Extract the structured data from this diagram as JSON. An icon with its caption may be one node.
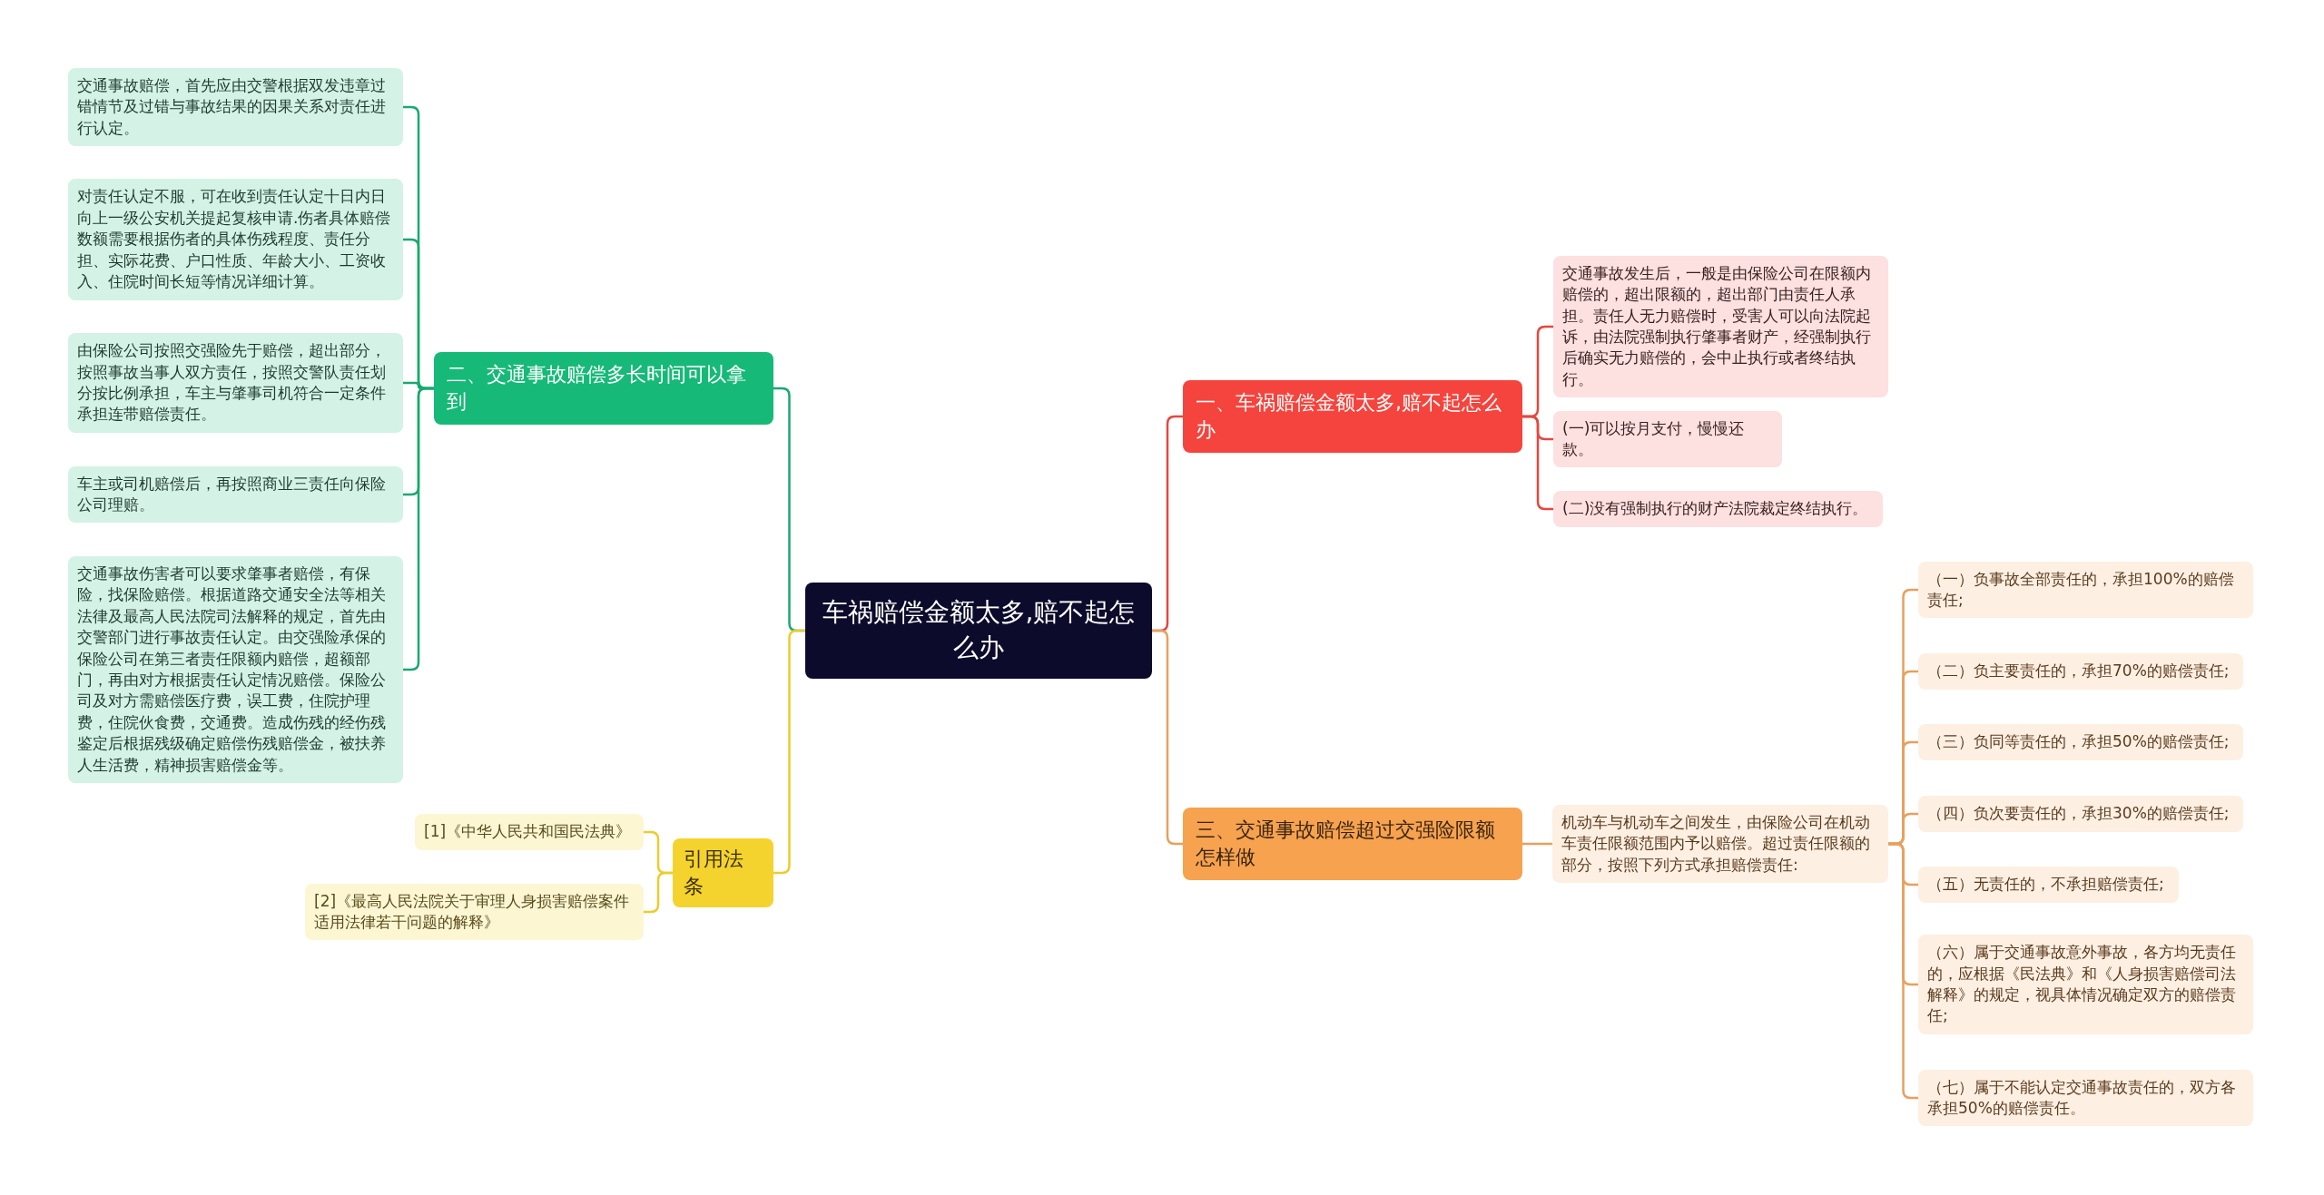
{
  "diagram": {
    "nodes": [
      {
        "text": [
          "车祸赔偿金额太多,赔不起怎么办"
        ]
      },
      {
        "text": [
          "一、车祸赔偿金额太多,赔不起怎么办"
        ]
      },
      {
        "text": [
          "交通事故发生后，一般是由保险公司在限额内赔偿的，超出限额的，超出部门由责任人承担。责任人无力赔偿时，受害人可以向法院起诉，由法院强制执行肇事者财产，经强制执行后确实无力赔偿的，会中止执行或者终结执行。"
        ]
      },
      {
        "text": [
          "(一)可以按月支付，慢慢还款。"
        ]
      },
      {
        "text": [
          "(二)没有强制执行的财产法院裁定终结执行。"
        ]
      },
      {
        "text": [
          "二、交通事故赔偿多长时间可以拿到"
        ]
      },
      {
        "text": [
          "交通事故赔偿，首先应由交警根据双发违章过错情节及过错与事故结果的因果关系对责任进行认定。"
        ]
      },
      {
        "text": [
          "对责任认定不服，可在收到责任认定十日内日向上一级公安机关提起复核申请.伤者具体赔偿数额需要根据伤者的具体伤残程度、责任分担、实际花费、户口性质、年龄大小、工资收入、住院时间长短等情况详细计算。"
        ]
      },
      {
        "text": [
          "由保险公司按照交强险先于赔偿，超出部分，按照事故当事人双方责任，按照交警队责任划分按比例承担，车主与肇事司机符合一定条件承担连带赔偿责任。"
        ]
      },
      {
        "text": [
          "车主或司机赔偿后，再按照商业三责任向保险公司理赔。"
        ]
      },
      {
        "text": [
          "交通事故伤害者可以要求肇事者赔偿，有保险，找保险赔偿。根据道路交通安全法等相关法律及最高人民法院司法解释的规定，首先由交警部门进行事故责任认定。由交强险承保的保险公司在第三者责任限额内赔偿，超额部门，再由对方根据责任认定情况赔偿。保险公司及对方需赔偿医疗费，误工费，住院护理费，住院伙食费，交通费。造成伤残的经伤残鉴定后根据残级确定赔偿伤残赔偿金，被扶养人生活费，精神损害赔偿金等。"
        ]
      },
      {
        "text": [
          "三、交通事故赔偿超过交强险限额怎样做"
        ]
      },
      {
        "text": [
          "机动车与机动车之间发生，由保险公司在机动车责任限额范围内予以赔偿。超过责任限额的部分，按照下列方式承担赔偿责任:"
        ]
      },
      {
        "text": [
          "（一）负事故全部责任的，承担100%的赔偿责任;"
        ]
      },
      {
        "text": [
          "（二）负主要责任的，承担70%的赔偿责任;"
        ]
      },
      {
        "text": [
          "（三）负同等责任的，承担50%的赔偿责任;"
        ]
      },
      {
        "text": [
          "（四）负次要责任的，承担30%的赔偿责任;"
        ]
      },
      {
        "text": [
          "（五）无责任的，不承担赔偿责任;"
        ]
      },
      {
        "text": [
          "（六）属于交通事故意外事故，各方均无责任的，应根据《民法典》和《人身损害赔偿司法解释》的规定，视具体情况确定双方的赔偿责任;"
        ]
      },
      {
        "text": [
          "（七）属于不能认定交通事故责任的，双方各承担50%的赔偿责任。"
        ]
      },
      {
        "text": [
          "引用法条"
        ]
      },
      {
        "text": [
          "[1]《中华人民共和国民法典》"
        ]
      },
      {
        "text": [
          "[2]《最高人民法院关于审理人身损害赔偿案件适用法律若干问题的解释》"
        ]
      }
    ],
    "edges": [
      {
        "from": 0,
        "to": 1,
        "arrow": "none",
        "color": "#e5473f"
      },
      {
        "from": 1,
        "to": 2,
        "arrow": "none",
        "color": "#e5473f"
      },
      {
        "from": 1,
        "to": 3,
        "arrow": "none",
        "color": "#e5473f"
      },
      {
        "from": 1,
        "to": 4,
        "arrow": "none",
        "color": "#e5473f"
      },
      {
        "from": 0,
        "to": 5,
        "arrow": "none",
        "color": "#1aa872"
      },
      {
        "from": 5,
        "to": 6,
        "arrow": "none",
        "color": "#1aa872"
      },
      {
        "from": 5,
        "to": 7,
        "arrow": "none",
        "color": "#1aa872"
      },
      {
        "from": 5,
        "to": 8,
        "arrow": "none",
        "color": "#1aa872"
      },
      {
        "from": 5,
        "to": 9,
        "arrow": "none",
        "color": "#1aa872"
      },
      {
        "from": 5,
        "to": 10,
        "arrow": "none",
        "color": "#1aa872"
      },
      {
        "from": 0,
        "to": 11,
        "arrow": "none"
      },
      {
        "from": 11,
        "to": 12,
        "arrow": "none"
      },
      {
        "from": 12,
        "to": 13,
        "arrow": "none"
      },
      {
        "from": 12,
        "to": 14,
        "arrow": "none"
      },
      {
        "from": 12,
        "to": 15,
        "arrow": "none"
      },
      {
        "from": 12,
        "to": 16,
        "arrow": "none"
      },
      {
        "from": 12,
        "to": 17,
        "arrow": "none"
      },
      {
        "from": 12,
        "to": 18,
        "arrow": "none"
      },
      {
        "from": 12,
        "to": 19,
        "arrow": "none"
      },
      {
        "from": 0,
        "to": 20,
        "arrow": "none",
        "color": "#eccc2e"
      },
      {
        "from": 20,
        "to": 21,
        "arrow": "none",
        "color": "#eccc2e"
      },
      {
        "from": 20,
        "to": 22,
        "arrow": "none",
        "color": "#eccc2e"
      }
    ]
  }
}
